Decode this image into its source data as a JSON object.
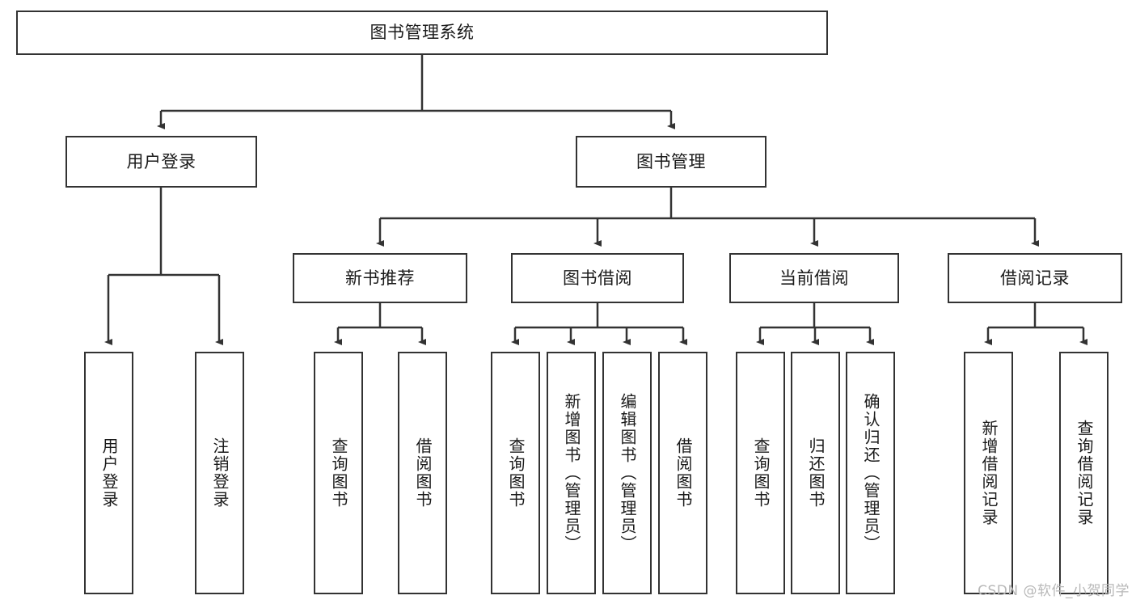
{
  "diagram": {
    "title": "图书管理系统",
    "watermark": "CSDN @软件_小贺同学",
    "line_color": "#333333",
    "box_fill": "#ffffff",
    "text_color": "#1a1a1a",
    "levels": {
      "root": {
        "label": "图书管理系统"
      },
      "level2": [
        {
          "label": "用户登录"
        },
        {
          "label": "图书管理"
        }
      ],
      "level3": [
        {
          "label": "新书推荐"
        },
        {
          "label": "图书借阅"
        },
        {
          "label": "当前借阅"
        },
        {
          "label": "借阅记录"
        }
      ],
      "leaves": {
        "user_login": [
          {
            "label": "用户登录"
          },
          {
            "label": "注销登录"
          }
        ],
        "new_book": [
          {
            "label": "查询图书"
          },
          {
            "label": "借阅图书"
          }
        ],
        "book_borrow": [
          {
            "label": "查询图书"
          },
          {
            "label": "新增图书（管理员）"
          },
          {
            "label": "编辑图书（管理员）"
          },
          {
            "label": "借阅图书"
          }
        ],
        "current_borrow": [
          {
            "label": "查询图书"
          },
          {
            "label": "归还图书"
          },
          {
            "label": "确认归还（管理员）"
          }
        ],
        "borrow_record": [
          {
            "label": "新增借阅记录"
          },
          {
            "label": "查询借阅记录"
          }
        ]
      }
    }
  }
}
